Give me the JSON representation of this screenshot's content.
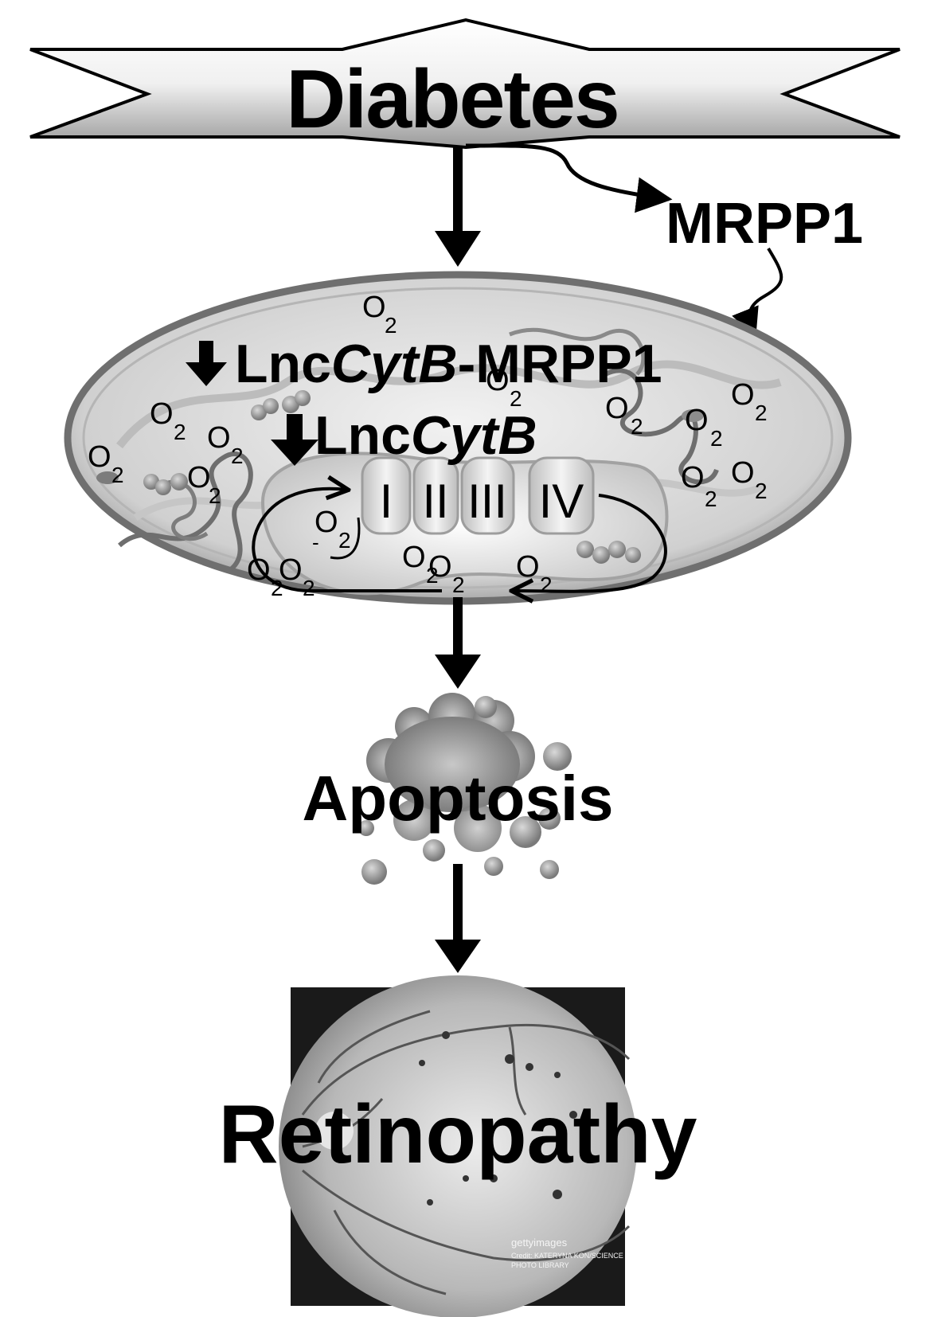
{
  "title_node": {
    "label": "Diabetes"
  },
  "regulator": {
    "label": "MRPP1"
  },
  "mitochondrion": {
    "complex_label": {
      "prefix": "Lnc",
      "italic": "CytB",
      "suffix": "-MRPP1"
    },
    "lnc_label": {
      "prefix": "Lnc",
      "italic": "CytB"
    },
    "oxygen_symbol": "O",
    "oxygen_subscript": "2",
    "superoxide_minus": "-",
    "etc_complexes": [
      "I",
      "II",
      "III",
      "IV"
    ]
  },
  "outcome_1": {
    "label": "Apoptosis"
  },
  "outcome_2": {
    "label": "Retinopathy"
  },
  "photo_credit": {
    "brand": "gettyimages",
    "credit": "Credit: KATERYNA KON/SCIENCE",
    "library": "PHOTO LIBRARY"
  },
  "colors": {
    "arrow": "#000000",
    "membrane": "#7a7a7a",
    "matrix": "#d9d9d9",
    "cell_blob": "#8f8f8f",
    "retina_bg": "#a8a8a8"
  }
}
